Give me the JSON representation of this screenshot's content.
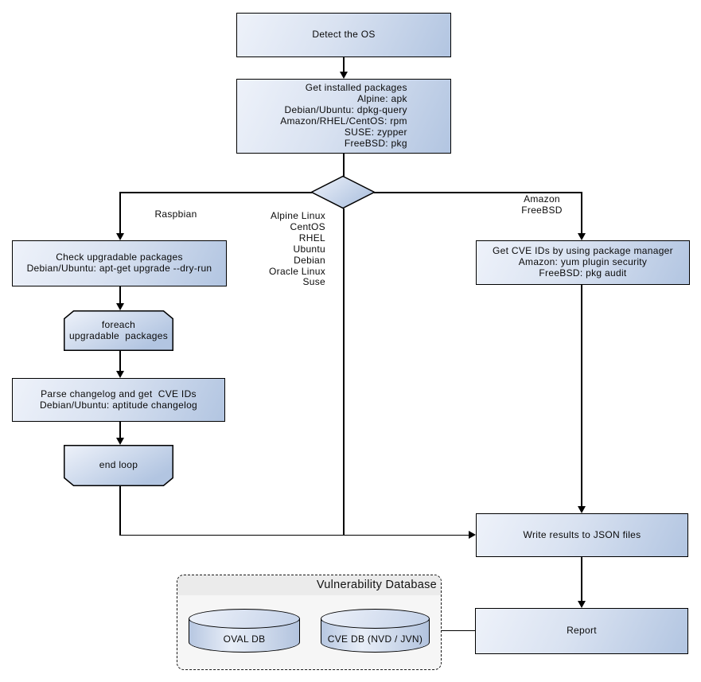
{
  "nodes": {
    "detect_os": {
      "label": "Detect the OS"
    },
    "get_installed_packages": {
      "lines": [
        "Get installed packages",
        "Alpine: apk",
        "Debian/Ubuntu: dpkg-query",
        "Amazon/RHEL/CentOS: rpm",
        "SUSE: zypper",
        "FreeBSD: pkg"
      ]
    },
    "check_upgradable": {
      "lines": [
        "Check upgradable packages",
        "Debian/Ubuntu: apt-get upgrade --dry-run"
      ]
    },
    "foreach_loop": {
      "lines": [
        "foreach",
        "upgradable  packages"
      ]
    },
    "parse_changelog": {
      "lines": [
        "Parse changelog and get  CVE IDs",
        "Debian/Ubuntu: aptitude changelog"
      ]
    },
    "end_loop": {
      "label": "end loop"
    },
    "get_cve_ids": {
      "lines": [
        "Get CVE IDs by using package manager",
        "Amazon: yum plugin security",
        "FreeBSD: pkg audit"
      ]
    },
    "write_results": {
      "label": "Write results to JSON files"
    },
    "report": {
      "label": "Report"
    }
  },
  "branch_labels": {
    "left": "Raspbian",
    "middle": {
      "lines": [
        "Alpine Linux",
        "CentOS",
        "RHEL",
        "Ubuntu",
        "Debian",
        "Oracle Linux",
        "Suse"
      ]
    },
    "right": {
      "lines": [
        "Amazon",
        "FreeBSD"
      ]
    }
  },
  "database_group": {
    "title": "Vulnerability Database",
    "cylinders": [
      {
        "label": "OVAL DB"
      },
      {
        "label": "CVE DB (NVD / JVN)"
      }
    ]
  },
  "colors": {
    "node_fill_light": "#eef2fa",
    "node_fill_dark": "#b2c5e1",
    "border": "#000000",
    "group_fill": "#f6f6f6",
    "group_title_band": "#ebebeb",
    "background": "#ffffff"
  }
}
